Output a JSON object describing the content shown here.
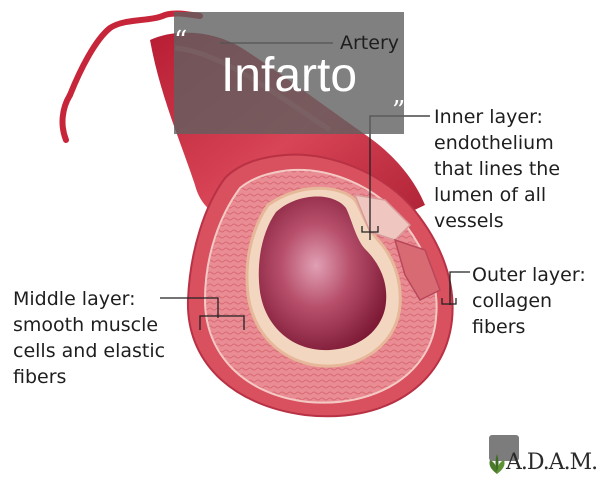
{
  "overlay": {
    "title": "Infarto"
  },
  "labels": {
    "artery": "Artery",
    "inner_layer": "Inner layer:\nendothelium\nthat lines the\nlumen of all\nvessels",
    "outer_layer": "Outer layer:\ncollagen\nfibers",
    "middle_layer": "Middle layer:\nsmooth muscle\ncells and elastic\nfibers"
  },
  "logo": {
    "text": "A.D.A.M."
  },
  "colors": {
    "vessel_outer": "#c9364a",
    "vessel_tissue": "#e58a93",
    "lumen": "#a52544",
    "overlay": "#606060"
  }
}
